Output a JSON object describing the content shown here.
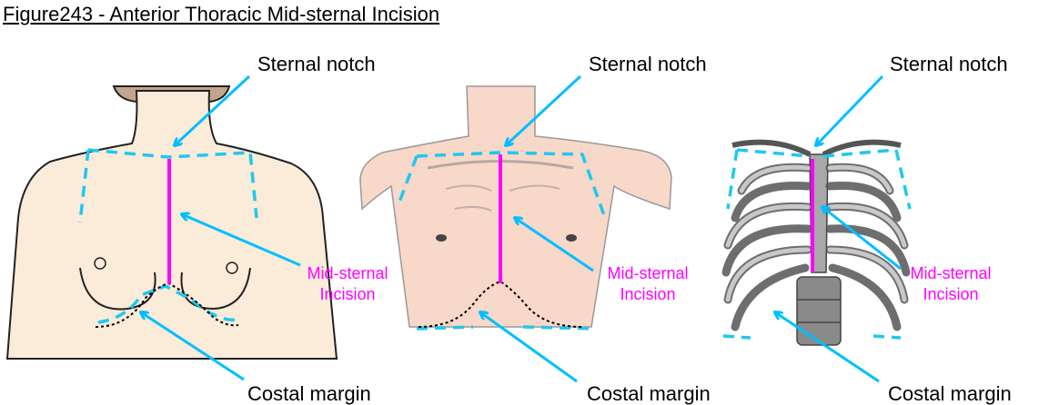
{
  "title": "Figure243 - Anterior Thoracic Mid-sternal Incision",
  "panels": [
    {
      "sternal_notch": "Sternal notch",
      "incision_line1": "Mid-sternal",
      "incision_line2": "Incision",
      "costal_margin": "Costal margin"
    },
    {
      "sternal_notch": "Sternal notch",
      "incision_line1": "Mid-sternal",
      "incision_line2": "Incision",
      "costal_margin": "Costal margin"
    },
    {
      "sternal_notch": "Sternal notch",
      "incision_line1": "Mid-sternal",
      "incision_line2": "Incision",
      "costal_margin": "Costal margin"
    }
  ],
  "colors": {
    "arrow": "#00bfff",
    "incision": "#ff00ff",
    "skin_female": "#fbebd9",
    "skin_male": "#f8d8c8",
    "bone": "#a8a8a8"
  }
}
